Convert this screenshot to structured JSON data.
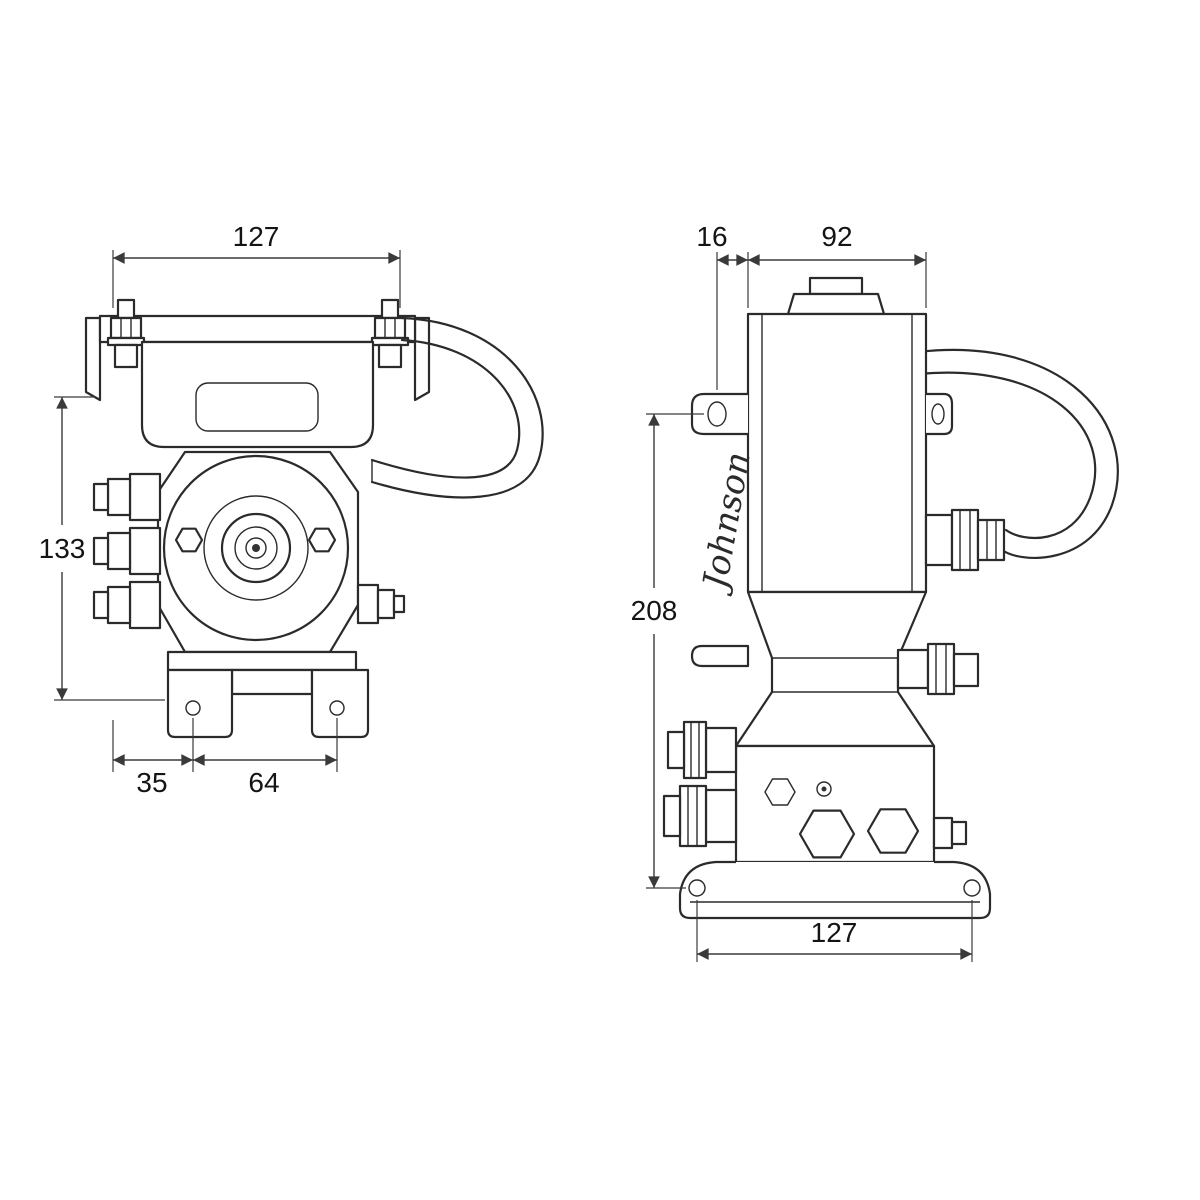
{
  "drawing": {
    "background": "#ffffff",
    "line_color": "#2b2b2b",
    "dim_color": "#3a3a3a",
    "front_view": {
      "dim_top_width": "127",
      "dim_height": "133",
      "dim_hole_offset": "35",
      "dim_hole_spacing": "64"
    },
    "side_view": {
      "dim_flange_to_body": "16",
      "dim_body_width": "92",
      "dim_mount_height": "208",
      "dim_base_holes": "127",
      "brand_script": "Johnson"
    }
  }
}
